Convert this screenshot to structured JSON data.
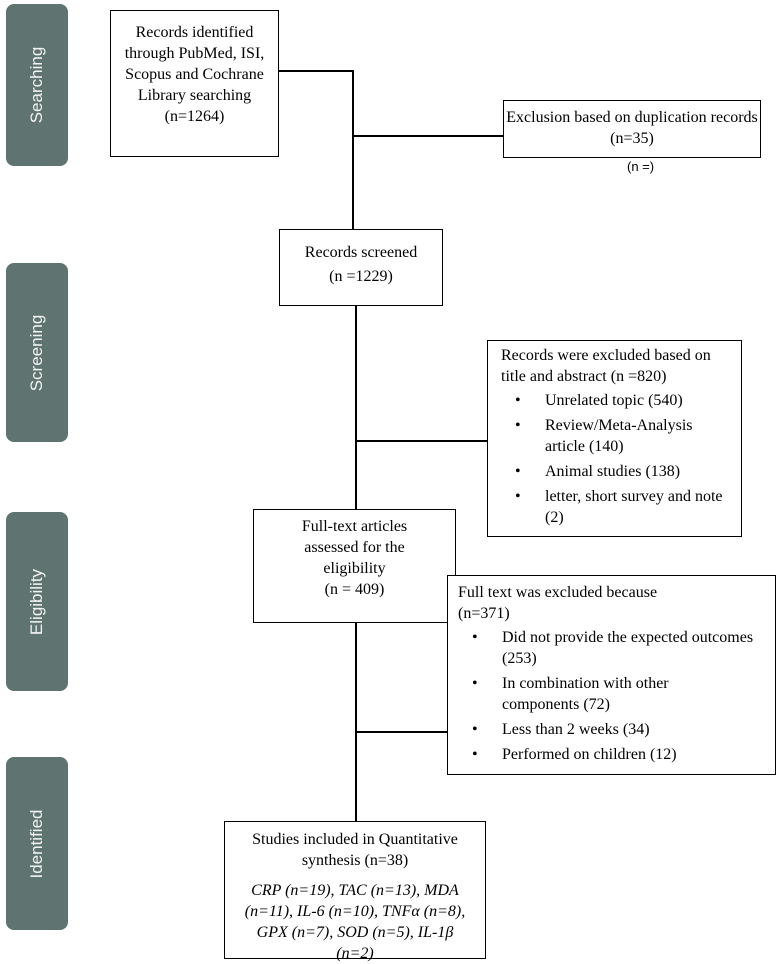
{
  "stages": [
    "Searching",
    "Screening",
    "Eligibility",
    "Identified"
  ],
  "boxes": {
    "identified": "Records identified through PubMed, ISI, Scopus and Cochrane Library searching (n=1264)",
    "duplication": "Exclusion based on duplication records (n=35)",
    "duplication_note": "(n =)",
    "screened_title": "Records screened",
    "screened_count": "(n =1229)",
    "excluded_title": "Records were excluded based on title and abstract (n =820)",
    "excluded_items": [
      "Unrelated topic (540)",
      "Review/Meta-Analysis article (140)",
      "Animal studies (138)",
      "letter, short survey and note (2)"
    ],
    "fulltext_title": "Full-text articles assessed for the eligibility",
    "fulltext_count": "(n = 409)",
    "ft_excluded_title": "Full text was excluded because (n=371)",
    "ft_excluded_items": [
      "Did not provide the expected outcomes (253)",
      "In combination with other components (72)",
      "Less than 2 weeks (34)",
      "Performed on children (12)"
    ],
    "included_title": "Studies included in Quantitative synthesis (n=38)",
    "included_details": "CRP (n=19), TAC (n=13), MDA (n=11), IL-6 (n=10), TNFα (n=8), GPX (n=7), SOD (n=5), IL-1β (n=2)"
  }
}
